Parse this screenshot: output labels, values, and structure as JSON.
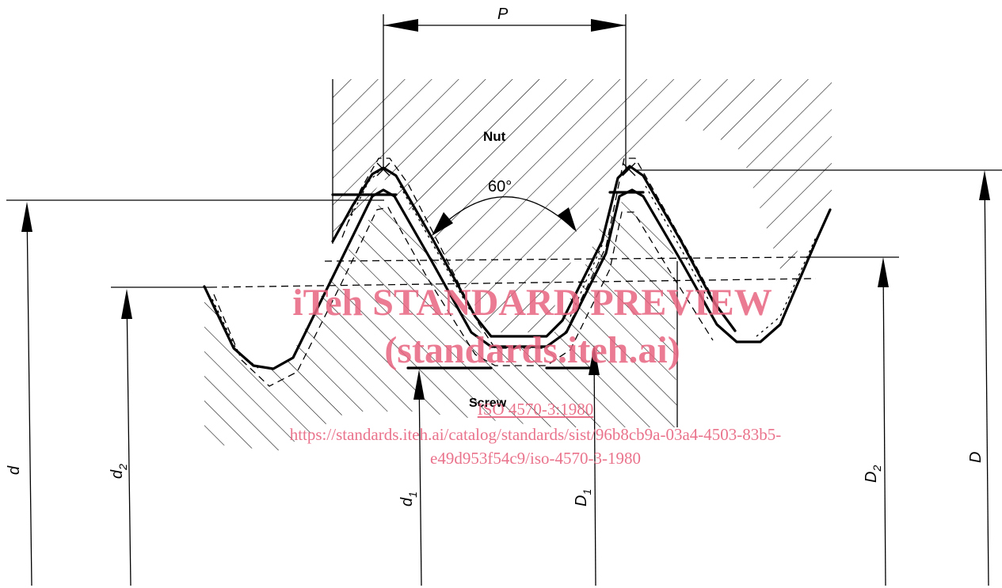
{
  "labels": {
    "pitch": "P",
    "nut": "Nut",
    "screw": "Screw",
    "angle": "60°",
    "major_dia_screw": "d",
    "pitch_dia_screw": "d",
    "pitch_dia_screw_sub": "2",
    "minor_dia_screw": "d",
    "minor_dia_screw_sub": "1",
    "minor_dia_nut": "D",
    "minor_dia_nut_sub": "1",
    "pitch_dia_nut": "D",
    "pitch_dia_nut_sub": "2",
    "major_dia_nut": "D"
  },
  "watermark": {
    "line1": "iTeh STANDARD PREVIEW",
    "line2": "(standards.iteh.ai)",
    "line3": "ISO 4570-3:1980",
    "line4": "https://standards.iteh.ai/catalog/standards/sist/96b8cb9a-03a4-4503-83b5-",
    "line5": "e49d953f54c9/iso-4570-3-1980"
  },
  "colors": {
    "line": "#000000",
    "watermark": "#e8647f"
  }
}
